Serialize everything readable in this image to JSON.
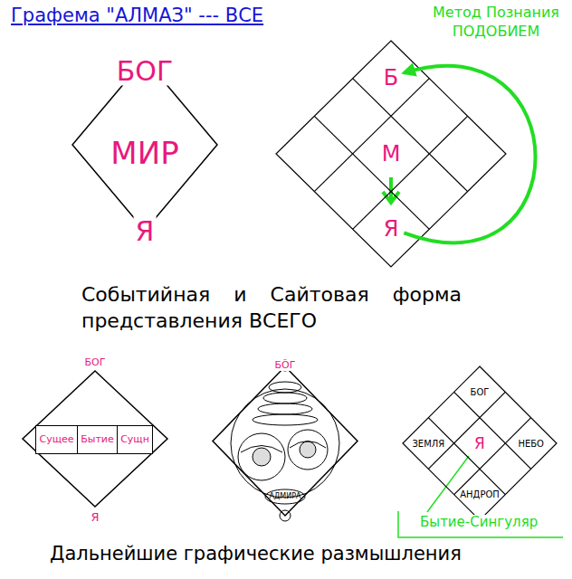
{
  "diagram": {
    "title": "Графема \"АЛМАЗ\" --- ВСЕ",
    "caption": "Дальнейшие графические размышления",
    "nodes": [
      {
        "text": [
          "БОГ",
          "МИР",
          "Я"
        ]
      },
      {
        "text": [
          "Б"
        ]
      },
      {
        "text": [
          "М"
        ]
      },
      {
        "text": [
          "Я"
        ]
      },
      {
        "text": [
          "БОГ",
          "Я"
        ]
      },
      {
        "text": [
          "Сущее"
        ],
        "in": 4
      },
      {
        "text": [
          "Бытие"
        ],
        "in": 4
      },
      {
        "text": [
          "Сущн"
        ],
        "in": 4
      },
      {
        "text": [
          "БОГ"
        ]
      },
      {
        "text": [
          "БОГ"
        ]
      },
      {
        "text": [
          "ЗЕМЛЯ"
        ]
      },
      {
        "text": [
          "Я"
        ]
      },
      {
        "text": [
          "НЕБО"
        ]
      },
      {
        "text": [
          "АНДРОП"
        ]
      }
    ],
    "edges": [
      {
        "from": 3,
        "to": 1,
        "arrow": "to"
      }
    ],
    "labels": [
      "Метод Познания ПОДОБИЕМ",
      "Событийная и Сайтовая форма представления ВСЕГО",
      "Бытие-Сингуляр",
      "АДМИРА"
    ]
  }
}
